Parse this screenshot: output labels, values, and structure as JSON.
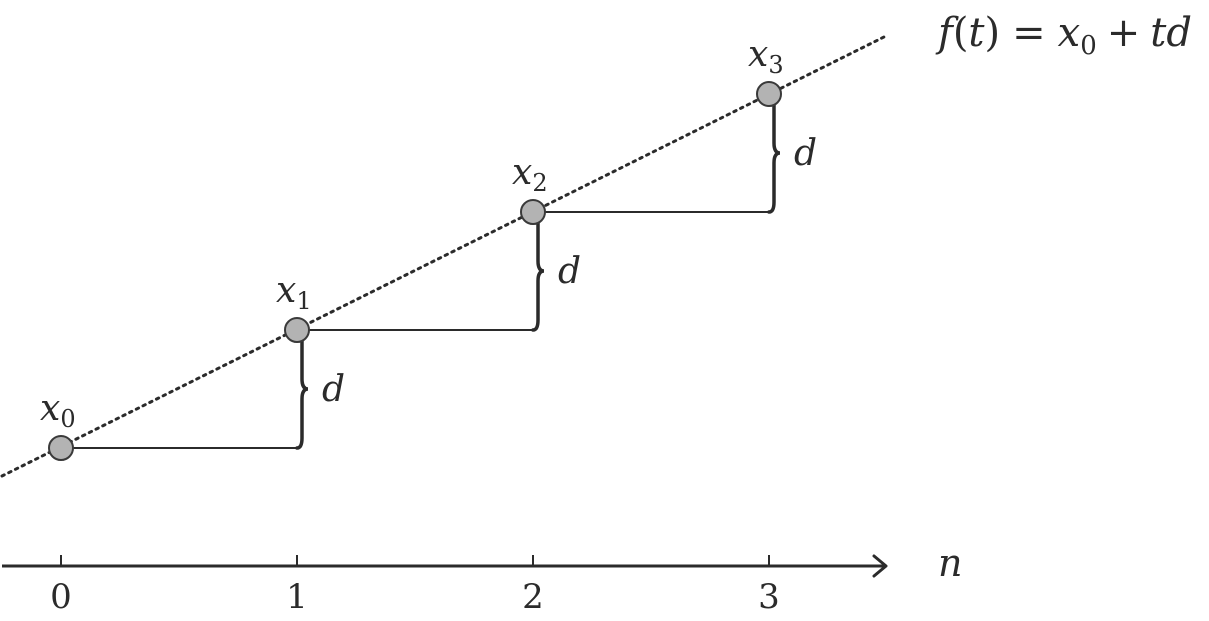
{
  "diagram": {
    "formula": {
      "f": "f",
      "open": "(",
      "t": "t",
      "close": ")",
      "equals": "=",
      "x": "x",
      "sub": "0",
      "plus": "+",
      "td": "td"
    },
    "axis_label": "n",
    "ticks": [
      "0",
      "1",
      "2",
      "3"
    ],
    "points": [
      {
        "base": "x",
        "sub": "0",
        "n": 0
      },
      {
        "base": "x",
        "sub": "1",
        "n": 1
      },
      {
        "base": "x",
        "sub": "2",
        "n": 2
      },
      {
        "base": "x",
        "sub": "3",
        "n": 3
      }
    ],
    "step_label": "d",
    "colors": {
      "ink": "#2b2b2b",
      "point_fill": "#b3b3b3",
      "point_stroke": "#3a3a3a"
    }
  }
}
